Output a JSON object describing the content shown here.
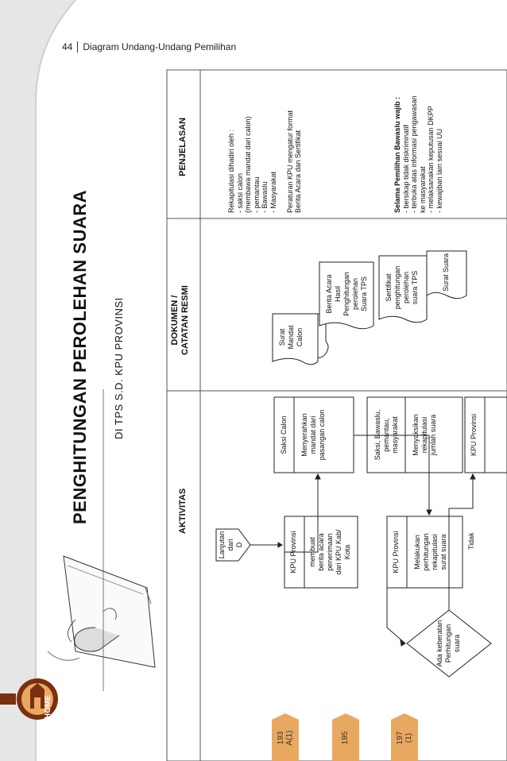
{
  "header": {
    "page_number": "44",
    "book_title": "Diagram Undang-Undang Pemilihan"
  },
  "title": "PENGHITUNGAN PEROLEHAN SUARA",
  "subtitle": "DI TPS S.D. KPU PROVINSI",
  "columns": {
    "aktivitas": "AKTIVITAS",
    "dokumen_line1": "DOKUMEN /",
    "dokumen_line2": "CATATAN RESMI",
    "penjelasan": "PENJELASAN"
  },
  "flow": {
    "connector": {
      "l1": "Lanjutan",
      "l2": "dari",
      "l3": "D"
    },
    "kpu1": {
      "actor": "KPU Provinsi",
      "l1": "membuat",
      "l2": "berita acara",
      "l3": "penerimaan",
      "l4": "dari KPU Kab/",
      "l5": "Kota"
    },
    "saksi": {
      "actor": "Saksi Calon",
      "l1": "Menyerahkan",
      "l2": "mandat dari",
      "l3": "pasangan calon"
    },
    "kpu2": {
      "actor": "KPU Provinsi",
      "l1": "Melakukan",
      "l2": "perhitungan",
      "l3": "rekapitulasi",
      "l4": "surat suara"
    },
    "saksi2": {
      "l1": "Saksi, Bawaslu,",
      "l2": "pemantau,",
      "l3": "masyarakat",
      "a1": "Menyaksikan",
      "a2": "rekapitulasi",
      "a3": "jumlah suara"
    },
    "kpu3": {
      "actor": "KPU Provinsi"
    },
    "decision": {
      "l1": "Ada keberatan",
      "l2": "Perhitungan",
      "l3": "suara"
    },
    "tidak_label": "Tidak"
  },
  "documents": {
    "mandat": {
      "l1": "Surat",
      "l2": "Mandat",
      "l3": "Calon"
    },
    "ba_hasil": {
      "l1": "Berita Acara",
      "l2": "Hasil",
      "l3": "Penghitungan",
      "l4": "perolehan",
      "l5": "Suara TPS"
    },
    "sertifikat": {
      "l1": "Sertifikat",
      "l2": "penghitungan",
      "l3": "perolehan",
      "l4": "suara TPS"
    },
    "surat_suara": "Surat Suara"
  },
  "penjelasan": {
    "p1": "Rekapitulasi dihadiri oleh :",
    "p2": "- saksi calon",
    "p3": "(membawa mandat dari calon)",
    "p4": "- pemantau",
    "p5": "- Bawaslu",
    "p6": "- Masyarakat",
    "p7": "Peraturan KPU mengatur format",
    "p8": "Berita Acara dan Sertifikat",
    "p9": "Selama Pemilihan Bawaslu wajib :",
    "p10": "- bersikap tidak diskriminatif",
    "p11": "- terbuka atas informasi pengawasan",
    "p12": "ke masyarakat",
    "p13": "- melaksanakan keputusan DKPP",
    "p14": "- kewajiban lain sesuai UU"
  },
  "tabs": [
    {
      "l1": "193",
      "l2": "A(1)"
    },
    {
      "l1": "195",
      "l2": ""
    },
    {
      "l1": "197",
      "l2": "(1)"
    }
  ],
  "home_label": "HOME",
  "colors": {
    "orange": "#e9a860",
    "dark_brown": "#7a2f10",
    "band": "#e5e5e5"
  }
}
